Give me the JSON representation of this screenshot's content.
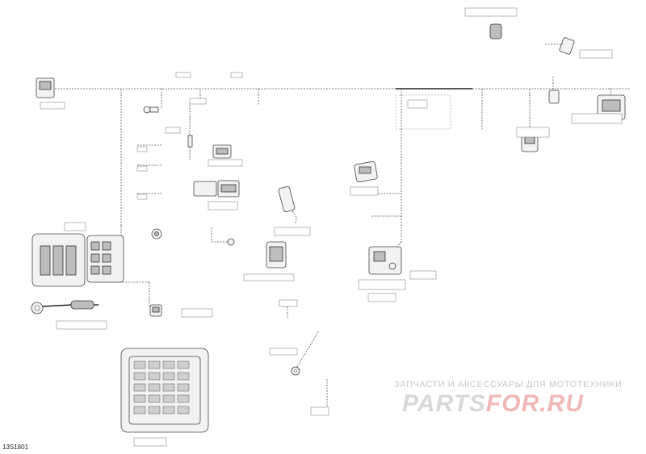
{
  "diagram": {
    "reference_number": "13S1801"
  },
  "watermark": {
    "tagline": "ЗАПЧАСТИ И АКСЕССУАРЫ ДЛЯ МОТОТЕХНИКИ",
    "brand_left": "PARTS",
    "brand_right": "FOR.RU"
  },
  "colors": {
    "line": "#555555",
    "main_harness": "#222222",
    "watermark_grey": "#c9c9c9",
    "watermark_red": "#f2b8b8"
  }
}
